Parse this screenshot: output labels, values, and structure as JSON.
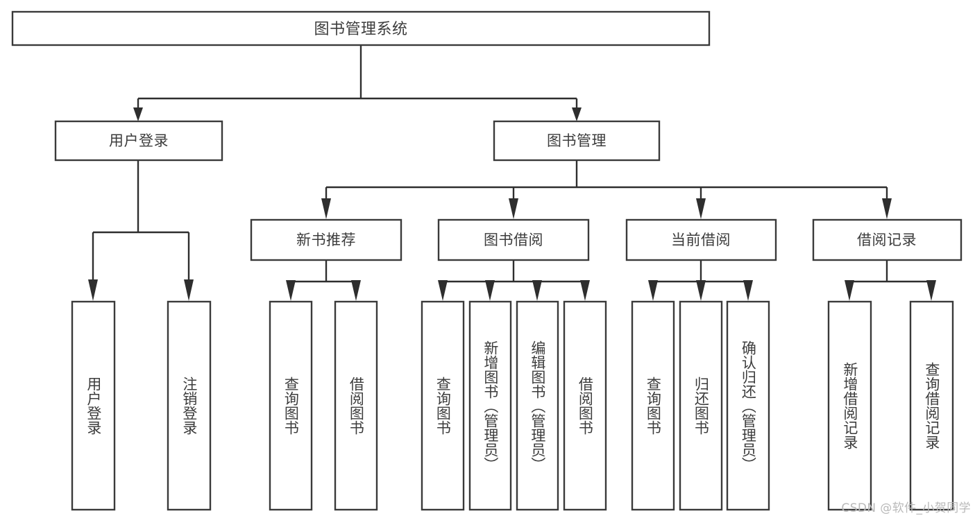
{
  "diagram": {
    "title": "图书管理系统",
    "type": "tree-hierarchy-diagram",
    "watermark": "CSDN @软件_小贺同学",
    "colors": {
      "background": "#ffffff",
      "box_stroke": "#3a3a3a",
      "edge_stroke": "#2e2e2e",
      "text": "#3c3c3c",
      "watermark": "#b9b9b9"
    },
    "root": {
      "id": "root",
      "label": "图书管理系统",
      "level": 1,
      "orientation": "horizontal"
    },
    "level2": [
      {
        "id": "user-login",
        "label": "用户登录",
        "level": 2,
        "orientation": "horizontal"
      },
      {
        "id": "book-manage",
        "label": "图书管理",
        "level": 2,
        "orientation": "horizontal"
      }
    ],
    "level3": [
      {
        "id": "new-book-rec",
        "label": "新书推荐",
        "level": 3,
        "orientation": "horizontal",
        "parent": "book-manage"
      },
      {
        "id": "book-borrow",
        "label": "图书借阅",
        "level": 3,
        "orientation": "horizontal",
        "parent": "book-manage"
      },
      {
        "id": "current-borrow",
        "label": "当前借阅",
        "level": 3,
        "orientation": "horizontal",
        "parent": "book-manage"
      },
      {
        "id": "borrow-record",
        "label": "借阅记录",
        "level": 3,
        "orientation": "horizontal",
        "parent": "book-manage"
      }
    ],
    "leaves": [
      {
        "id": "leaf-user-login",
        "label": "用户登录",
        "parent": "user-login",
        "orientation": "vertical"
      },
      {
        "id": "leaf-logout",
        "label": "注销登录",
        "parent": "user-login",
        "orientation": "vertical"
      },
      {
        "id": "leaf-query-book-1",
        "label": "查询图书",
        "parent": "new-book-rec",
        "orientation": "vertical"
      },
      {
        "id": "leaf-borrow-book-1",
        "label": "借阅图书",
        "parent": "new-book-rec",
        "orientation": "vertical"
      },
      {
        "id": "leaf-query-book-2",
        "label": "查询图书",
        "parent": "book-borrow",
        "orientation": "vertical"
      },
      {
        "id": "leaf-add-book",
        "label": "新增图书（管理员）",
        "parent": "book-borrow",
        "orientation": "vertical"
      },
      {
        "id": "leaf-edit-book",
        "label": "编辑图书（管理员）",
        "parent": "book-borrow",
        "orientation": "vertical"
      },
      {
        "id": "leaf-borrow-book-2",
        "label": "借阅图书",
        "parent": "book-borrow",
        "orientation": "vertical"
      },
      {
        "id": "leaf-query-book-3",
        "label": "查询图书",
        "parent": "current-borrow",
        "orientation": "vertical"
      },
      {
        "id": "leaf-return-book",
        "label": "归还图书",
        "parent": "current-borrow",
        "orientation": "vertical"
      },
      {
        "id": "leaf-confirm-return",
        "label": "确认归还（管理员）",
        "parent": "current-borrow",
        "orientation": "vertical"
      },
      {
        "id": "leaf-add-record",
        "label": "新增借阅记录",
        "parent": "borrow-record",
        "orientation": "vertical"
      },
      {
        "id": "leaf-query-record",
        "label": "查询借阅记录",
        "parent": "borrow-record",
        "orientation": "vertical"
      }
    ]
  }
}
